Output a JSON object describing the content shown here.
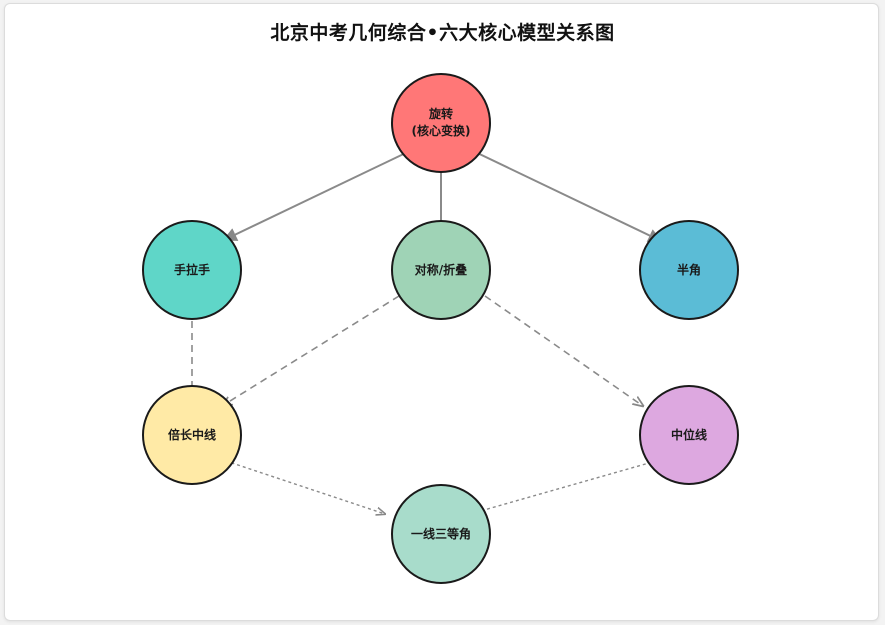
{
  "title": "北京中考几何综合•六大核心模型关系图",
  "nodes": {
    "rotation": {
      "line1": "旋转",
      "line2": "(核心变换)",
      "color": "#ff7777"
    },
    "hand_in_hand": {
      "label": "手拉手",
      "color": "#5fd6c8"
    },
    "symmetry": {
      "label": "对称/折叠",
      "color": "#9fd3b6"
    },
    "half_angle": {
      "label": "半角",
      "color": "#5bbcd6"
    },
    "double_median": {
      "label": "倍长中线",
      "color": "#ffeaa6"
    },
    "midline": {
      "label": "中位线",
      "color": "#dda8e0"
    },
    "trisection": {
      "label": "一线三等角",
      "color": "#a8dccb"
    }
  },
  "edges": [
    {
      "from": "旋转",
      "to": "手拉手",
      "style": "solid"
    },
    {
      "from": "旋转",
      "to": "对称/折叠",
      "style": "solid"
    },
    {
      "from": "旋转",
      "to": "半角",
      "style": "solid"
    },
    {
      "from": "手拉手",
      "to": "倍长中线",
      "style": "dashed"
    },
    {
      "from": "对称/折叠",
      "to": "倍长中线",
      "style": "dashed"
    },
    {
      "from": "对称/折叠",
      "to": "中位线",
      "style": "dashed"
    },
    {
      "from": "倍长中线",
      "to": "一线三等角",
      "style": "dotted"
    },
    {
      "from": "中位线",
      "to": "一线三等角",
      "style": "dotted"
    }
  ]
}
